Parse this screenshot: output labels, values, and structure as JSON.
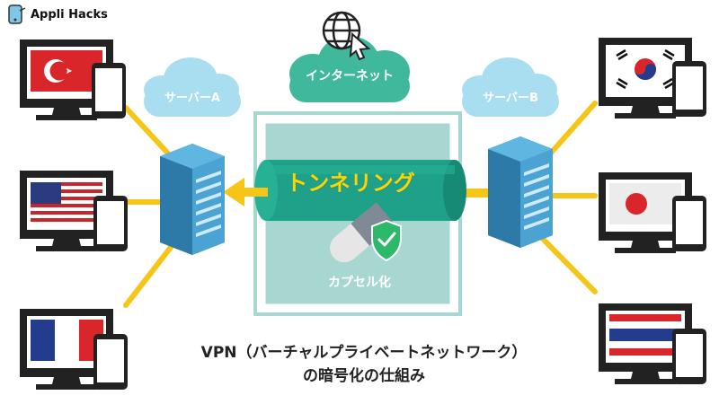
{
  "brand": {
    "name": "Appli Hacks"
  },
  "clouds": {
    "internet": "インターネット",
    "server_a": "サーバーA",
    "server_b": "サーバーB"
  },
  "tunnel": {
    "label": "トンネリング"
  },
  "capsule": {
    "label": "カプセル化"
  },
  "caption": {
    "line1": "VPN（バーチャルプライベートネットワーク）",
    "line2": "の暗号化の仕組み"
  },
  "colors": {
    "tunnel": "#1fa088",
    "cloud_light": "#a9ddf0",
    "cloud_teal": "#3fb89c",
    "connector": "#f5c518",
    "server": "#3a8fbf",
    "frame": "#a8d7d1"
  },
  "icons": [
    "globe-cursor-icon",
    "shield-check-icon",
    "capsule-icon",
    "server-icon",
    "monitor-icon",
    "smartphone-icon"
  ],
  "clients_left": [
    "Turkey",
    "United States",
    "France"
  ],
  "clients_right": [
    "South Korea",
    "Japan",
    "Thailand"
  ]
}
